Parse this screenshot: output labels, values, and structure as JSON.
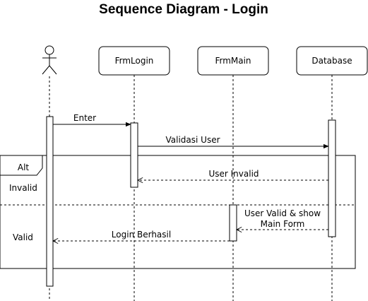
{
  "title": "Sequence Diagram - Login",
  "participants": {
    "user": "",
    "frm_login": "FrmLogin",
    "frm_main": "FrmMain",
    "database": "Database"
  },
  "messages": {
    "enter": "Enter",
    "validasi_user": "Validasi User",
    "user_invalid": "User Invalid",
    "user_valid_line1": "User Valid & show",
    "user_valid_line2": "Main Form",
    "login_berhasil": "Login Berhasil"
  },
  "fragment": {
    "operator": "Alt",
    "guard_invalid": "Invalid",
    "guard_valid": "Valid"
  }
}
